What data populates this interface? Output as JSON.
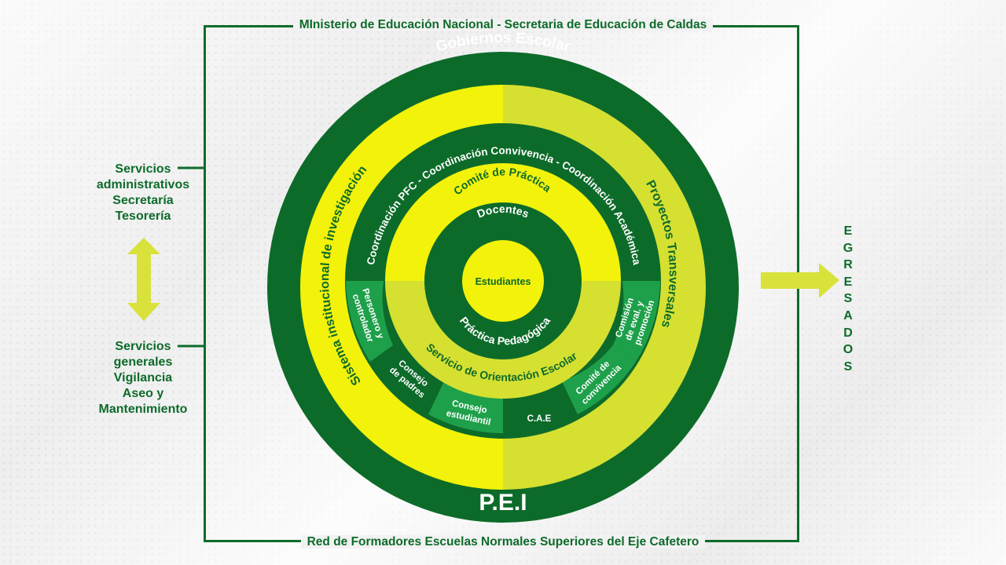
{
  "header": "MInisterio de Educación Nacional -  Secretaria de Educación de Caldas",
  "footer": "Red de Formadores Escuelas Normales Superiores del Eje Cafetero",
  "left_top": {
    "lines": [
      "Servicios",
      "administrativos",
      "Secretaría",
      "Tesorería"
    ]
  },
  "left_bottom": {
    "lines": [
      "Servicios",
      "generales",
      "Vigilancia",
      "Aseo y",
      "Mantenimiento"
    ]
  },
  "egresados": [
    "E",
    "G",
    "R",
    "E",
    "S",
    "A",
    "D",
    "O",
    "S"
  ],
  "rings": {
    "outer_top": "Gobiernos Escolar",
    "outer_bottom": "P.E.I",
    "left_ring": "Sistema institucional de investigación",
    "right_ring": "Proyectos Transversales",
    "coordinacion": "Coordinación PFC - Coordinación Convivencia - Coordinación Académica",
    "comite_practica": "Comité de Práctica",
    "servicio_orientacion": "Servicio de Orientación Escolar",
    "docentes": "Docentes",
    "practica_pedagogica": "Práctica Pedagógica",
    "estudiantes": "Estudiantes"
  },
  "segments": {
    "personero": [
      "Personero y",
      "controlador"
    ],
    "consejo_padres": [
      "Consejo",
      "de padres"
    ],
    "consejo_estudiantil": [
      "Consejo",
      "estudiantil"
    ],
    "cae": "C.A.E",
    "comite_convivencia": [
      "Comité de",
      "convivencia"
    ],
    "comision": [
      "Comisión",
      "de eval. y",
      "promoción"
    ]
  },
  "colors": {
    "dark_green": "#0d6b2a",
    "mid_green": "#1ea04a",
    "yellow": "#f2f20a",
    "yellow_green": "#d6e031",
    "arrow_yellow": "#d8e23a"
  }
}
